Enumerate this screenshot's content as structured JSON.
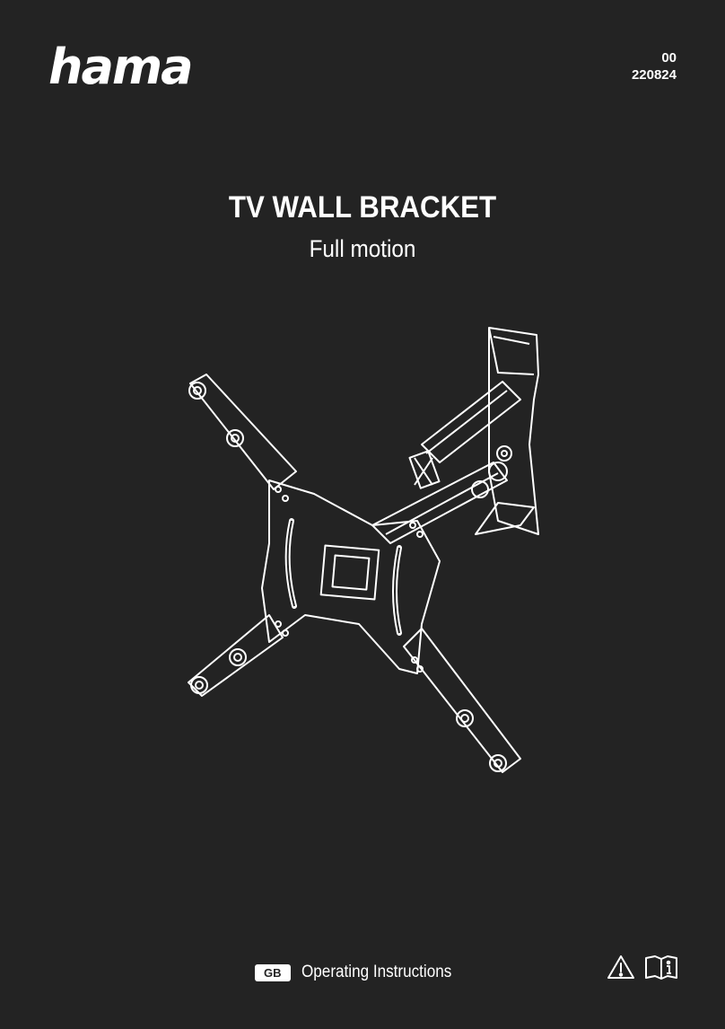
{
  "brand": {
    "logo": "hama"
  },
  "model": {
    "line1": "00",
    "line2": "220824"
  },
  "cover": {
    "title": "TV WALL BRACKET",
    "subtitle": "Full motion"
  },
  "footer": {
    "language": "GB",
    "label": "Operating Instructions"
  },
  "icons": {
    "warning": "warning-icon",
    "manual": "manual-info-icon"
  },
  "colors": {
    "background": "#232323",
    "foreground": "#ffffff"
  }
}
